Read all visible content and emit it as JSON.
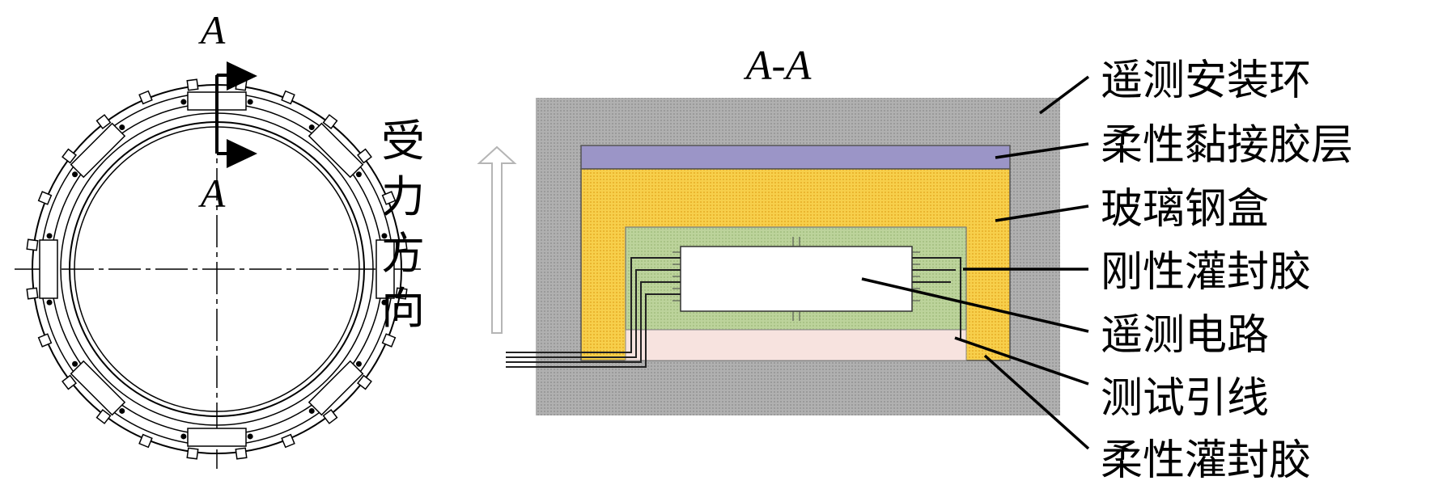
{
  "section": {
    "marker_top": "A",
    "marker_bottom": "A",
    "view_title": "A-A"
  },
  "force_direction": {
    "label": [
      "受",
      "力",
      "方",
      "向"
    ]
  },
  "callouts": [
    {
      "id": "ring",
      "label": "遥测安装环"
    },
    {
      "id": "flex-adhesive",
      "label": "柔性黏接胶层"
    },
    {
      "id": "glass-steel-box",
      "label": "玻璃钢盒"
    },
    {
      "id": "rigid-potting",
      "label": "刚性灌封胶"
    },
    {
      "id": "telemetry-circuit",
      "label": "遥测电路"
    },
    {
      "id": "test-lead",
      "label": "测试引线"
    },
    {
      "id": "flex-potting",
      "label": "柔性灌封胶"
    }
  ],
  "colors": {
    "ring_gray": "#a9a9a9",
    "adhesive_purple": "#9b95c7",
    "box_yellow": "#f5c842",
    "rigid_green": "#b7cf95",
    "flex_pink": "#f7e3df",
    "circuit_white": "#ffffff",
    "line": "#000000"
  }
}
